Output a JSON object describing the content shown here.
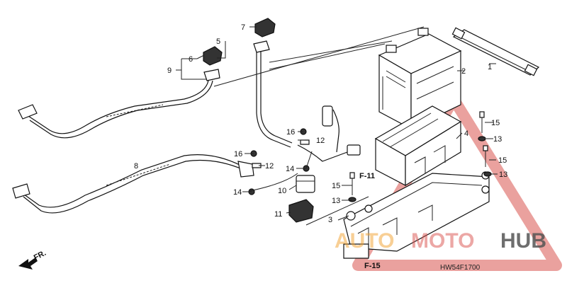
{
  "labels": {
    "p1": "1",
    "p2": "2",
    "p3": "3",
    "p4": "4",
    "p5": "5",
    "p6": "6",
    "p7": "7",
    "p8": "8",
    "p9": "9",
    "p10": "10",
    "p11": "11",
    "p12a": "12",
    "p12b": "12",
    "p13a": "13",
    "p13b": "13",
    "p13c": "13",
    "p14a": "14",
    "p14b": "14",
    "p15a": "15",
    "p15b": "15",
    "p15c": "15",
    "p16a": "16",
    "p16b": "16"
  },
  "refs": {
    "f11": "F-11",
    "f15": "F-15"
  },
  "front_indicator": "FR.",
  "diagram_code": "HW54F1700",
  "watermark": {
    "auto": "AUTO",
    "moto": "MOTO",
    "hub": "HUB"
  },
  "colors": {
    "watermark_red": "#d9534f",
    "watermark_orange": "#f0a030",
    "watermark_gray": "#555555"
  }
}
